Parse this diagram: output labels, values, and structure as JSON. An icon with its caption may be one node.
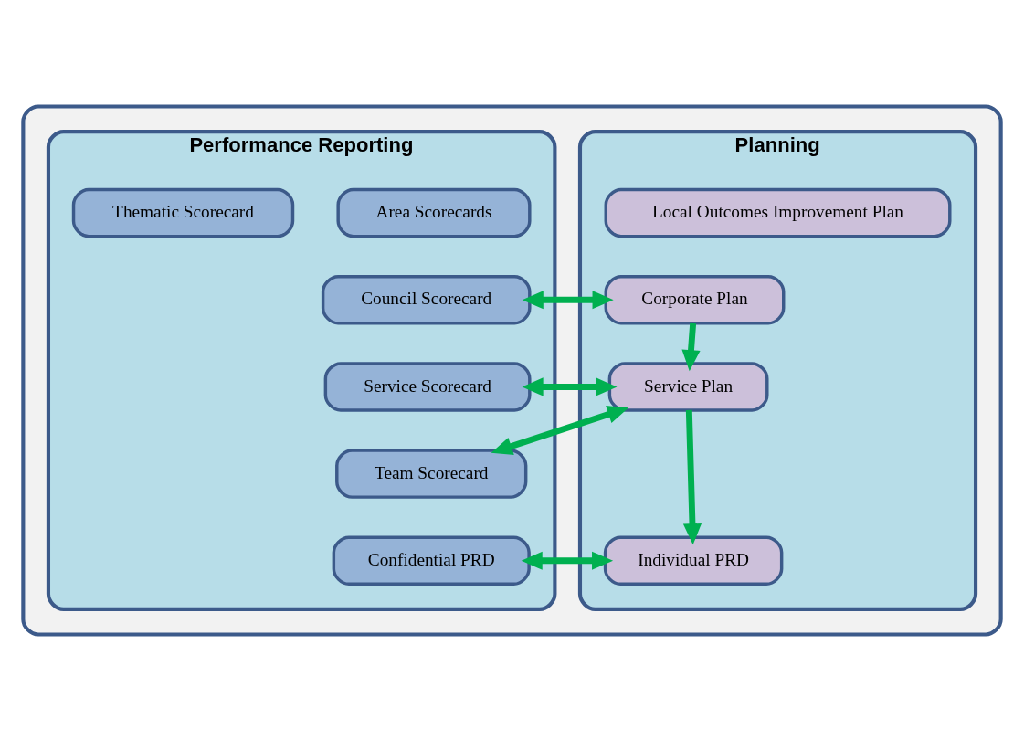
{
  "diagram": {
    "nodes": [
      {
        "text": [],
        "shape": "box"
      },
      {
        "text": [
          "Planning"
        ],
        "in": 0
      },
      {
        "text": [
          "Local Outcomes Improvement Plan"
        ],
        "in": 1
      },
      {
        "text": [
          "Corporate Plan"
        ],
        "in": 1
      },
      {
        "text": [
          "Service Plan"
        ],
        "in": 1
      },
      {
        "text": [
          "Individual PRD"
        ],
        "in": 1
      },
      {
        "text": [
          "Performance Reporting"
        ],
        "in": 0
      },
      {
        "text": [
          "Area Scorecards"
        ],
        "in": 6
      },
      {
        "text": [
          "Thematic Scorecard"
        ],
        "in": 6
      },
      {
        "text": [
          "Council Scorecard"
        ],
        "in": 6
      },
      {
        "text": [
          "Service Scorecard"
        ],
        "in": 6
      },
      {
        "text": [
          "Team Scorecard"
        ],
        "in": 6
      },
      {
        "text": [
          "Confidential PRD"
        ],
        "in": 6
      }
    ],
    "edges": [
      {
        "from": 3,
        "to": 9,
        "arrow": "both"
      },
      {
        "from": 3,
        "to": 4,
        "arrow": "to"
      },
      {
        "from": 4,
        "to": 10,
        "arrow": "both"
      },
      {
        "from": 4,
        "to": 11,
        "arrow": "both"
      },
      {
        "from": 4,
        "to": 5,
        "arrow": "to"
      },
      {
        "from": 5,
        "to": 12,
        "arrow": "both"
      }
    ]
  }
}
